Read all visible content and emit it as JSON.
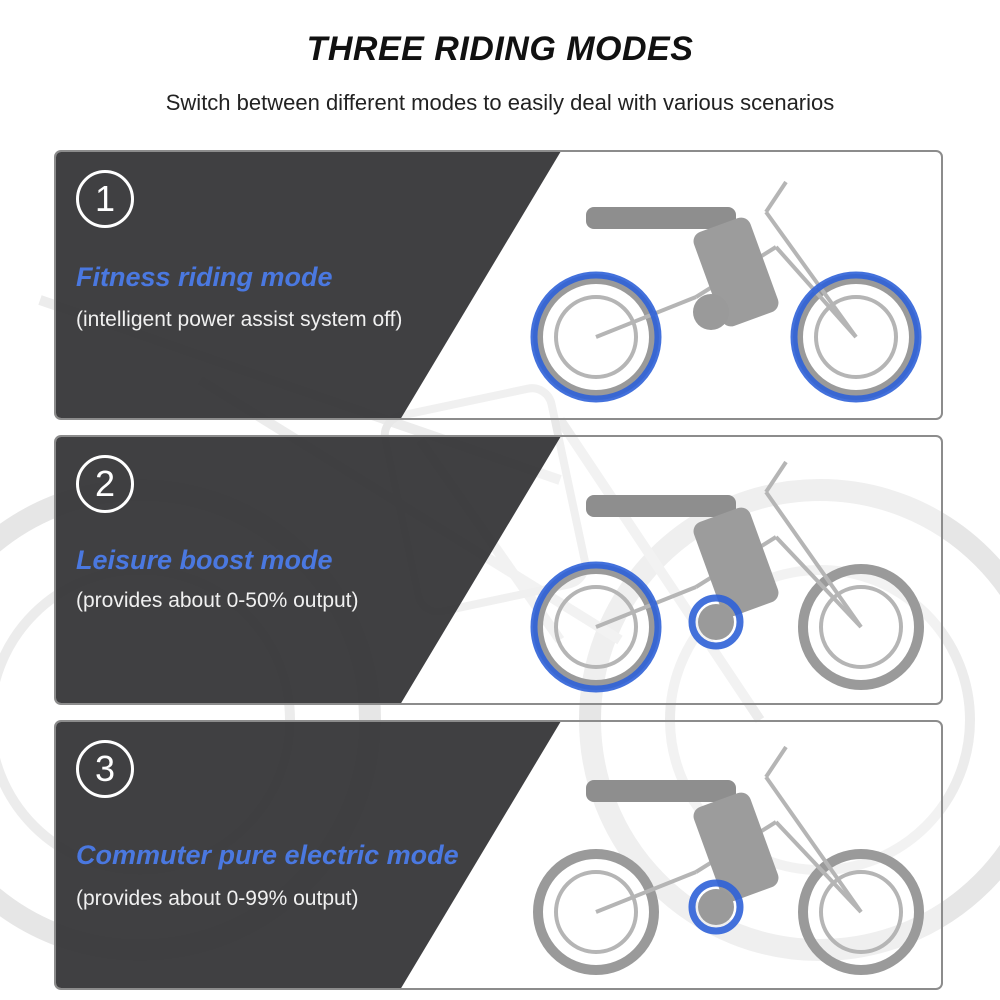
{
  "header": {
    "title": "THREE RIDING MODES",
    "subtitle": "Switch between different modes to easily deal with various scenarios"
  },
  "modes": [
    {
      "number": "1",
      "name": "Fitness riding mode",
      "description": "(intelligent power assist system off)",
      "highlight": "wheels"
    },
    {
      "number": "2",
      "name": "Leisure boost mode",
      "description": "(provides about 0-50% output)",
      "highlight": "rear-wheel-and-motor"
    },
    {
      "number": "3",
      "name": "Commuter pure electric mode",
      "description": "(provides about 0-99% output)",
      "highlight": "motor"
    }
  ],
  "colors": {
    "accent": "#4a78e0",
    "panel": "#323234",
    "highlight_ring": "#2f62d8"
  }
}
